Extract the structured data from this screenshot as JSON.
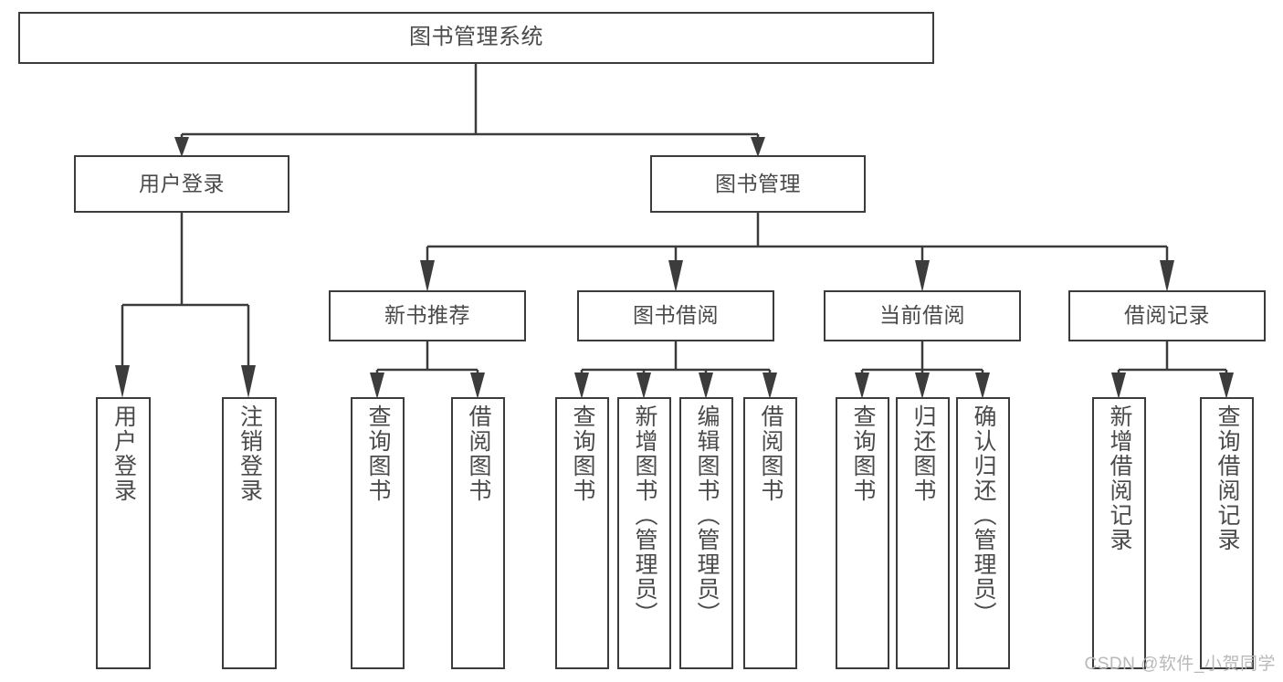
{
  "diagram": {
    "title": "图书管理系统",
    "type": "tree-hierarchy-diagram",
    "colors": {
      "background": "#ffffff",
      "box_border": "#3c3c3c",
      "box_fill": "#ffffff",
      "text": "#4a4a4a",
      "connector": "#3c3c3c",
      "watermark": "#b9b9b9"
    },
    "root": {
      "label": "图书管理系统"
    },
    "level2": [
      {
        "id": "user-login",
        "label": "用户登录"
      },
      {
        "id": "book-manage",
        "label": "图书管理"
      }
    ],
    "level3": [
      {
        "id": "new-book-recommend",
        "label": "新书推荐",
        "parent": "book-manage"
      },
      {
        "id": "book-borrow",
        "label": "图书借阅",
        "parent": "book-manage"
      },
      {
        "id": "current-borrow",
        "label": "当前借阅",
        "parent": "book-manage"
      },
      {
        "id": "borrow-record",
        "label": "借阅记录",
        "parent": "book-manage"
      }
    ],
    "leaves": [
      {
        "id": "leaf-user-login",
        "label": "用户登录",
        "parent": "user-login"
      },
      {
        "id": "leaf-logout-login",
        "label": "注销登录",
        "parent": "user-login"
      },
      {
        "id": "leaf-query-book-1",
        "label": "查询图书",
        "parent": "new-book-recommend"
      },
      {
        "id": "leaf-borrow-book-1",
        "label": "借阅图书",
        "parent": "new-book-recommend"
      },
      {
        "id": "leaf-query-book-2",
        "label": "查询图书",
        "parent": "book-borrow"
      },
      {
        "id": "leaf-add-book",
        "label": "新增图书（管理员）",
        "parent": "book-borrow"
      },
      {
        "id": "leaf-edit-book",
        "label": "编辑图书（管理员）",
        "parent": "book-borrow"
      },
      {
        "id": "leaf-borrow-book-2",
        "label": "借阅图书",
        "parent": "book-borrow"
      },
      {
        "id": "leaf-query-book-3",
        "label": "查询图书",
        "parent": "current-borrow"
      },
      {
        "id": "leaf-return-book",
        "label": "归还图书",
        "parent": "current-borrow"
      },
      {
        "id": "leaf-confirm-return",
        "label": "确认归还（管理员）",
        "parent": "current-borrow"
      },
      {
        "id": "leaf-add-record",
        "label": "新增借阅记录",
        "parent": "borrow-record"
      },
      {
        "id": "leaf-query-record",
        "label": "查询借阅记录",
        "parent": "borrow-record"
      }
    ],
    "watermark": "CSDN @软件_小贺同学"
  }
}
